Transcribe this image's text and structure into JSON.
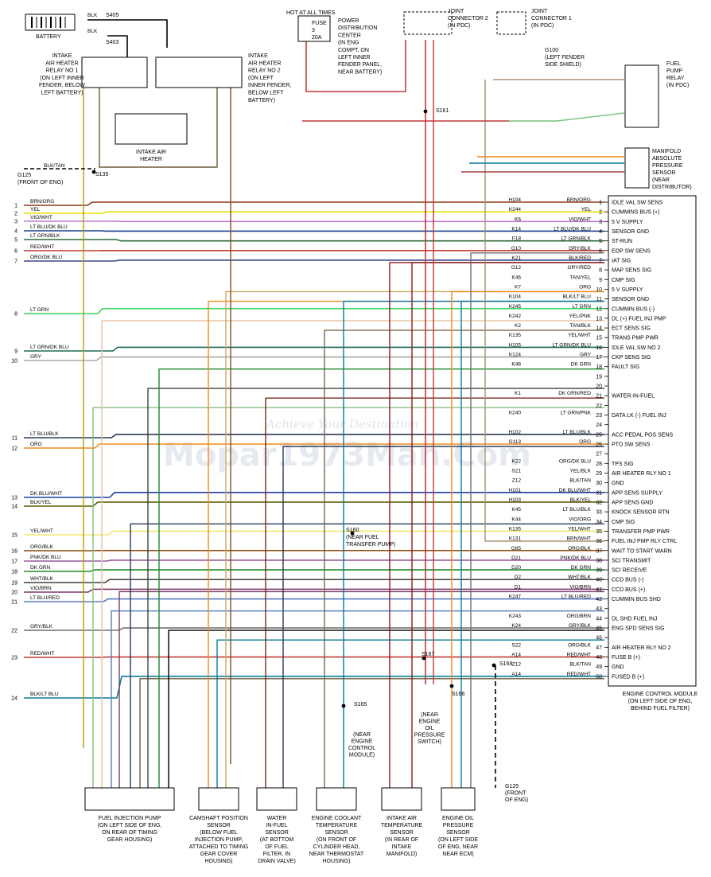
{
  "colors": {
    "BRN/ORG": "#8b3a1a",
    "YEL": "#e8e000",
    "VIO/WHT": "#b97fd0",
    "LT BLU/DK BLU": "#1a3f8a",
    "LT GRN/BLK": "#2a6a3a",
    "RED/WHT": "#c23a3a",
    "ORG/DK BLU": "#3a4a8a",
    "LT GRN": "#39d45a",
    "LT GRN/DK BLU": "#206a5a",
    "GRY": "#a8a8a8",
    "LT BLU/BLK": "#2a3a5a",
    "ORG": "#f08a1c",
    "DK BLU/WHT": "#1f3fa0",
    "BLK/YEL": "#5a5a00",
    "YEL/WHT": "#f0e86a",
    "ORG/BLK": "#8a4a10",
    "PNK/DK BLU": "#9a5a9a",
    "DK GRN": "#1f8a2a",
    "WHT/BLK": "#404040",
    "VIO/BRN": "#7a3a6a",
    "LT BLU/RED": "#5a7abf",
    "GRY/BLK": "#707070",
    "BLK/LT BLU": "#0a7a9a",
    "DK GRN/RED": "#7a2a1a",
    "BLK": "#000000",
    "BLK/TAN": "#6a5a3a",
    "YEL/BLK": "#b0a000",
    "ORG/YEL": "#e0a020",
    "TAN/YEL": "#caa86a",
    "TAN/BLK": "#7a6a4a",
    "GRY/RED": "#a04040",
    "BRN/WHT": "#a89070",
    "RED/LT GRN": "#7ac07a",
    "YEL/PNK": "#e8c0a0",
    "LT GRN/PNK": "#80c080",
    "BLK/RED": "#8a1a1a",
    "ORG/DK BLU2": "#3a4a8a",
    "BLK/LT BLU2": "#0a7a9a"
  },
  "header": {
    "hot_label": "HOT AT ALL TIMES",
    "fuse_label": "FUSE",
    "fuse_num": "3",
    "fuse_amp": "20A",
    "pdc_label": [
      "POWER",
      "DISTRIBUTION",
      "CENTER",
      "(IN ENG",
      "COMPT, ON",
      "LEFT INNER",
      "FENDER PANEL,",
      "NEAR BATTERY)"
    ],
    "jc2": [
      "JOINT",
      "CONNECTOR 2",
      "(IN PDC)"
    ],
    "jc1": [
      "JOINT",
      "CONNECTOR 1",
      "(IN PDC)"
    ],
    "g100": [
      "G100",
      "(LEFT FENDER",
      "SIDE SHIELD)"
    ],
    "battery": "BATTERY",
    "s405": "S405",
    "s403": "S403",
    "blk": "BLK",
    "relay1": [
      "INTAKE",
      "AIR HEATER",
      "RELAY NO 1",
      "(ON LEFT INNER",
      "FENDER, BELOW",
      "LEFT BATTERY)"
    ],
    "relay2": [
      "INTAKE",
      "AIR HEATER",
      "RELAY NO 2",
      "(ON LEFT",
      "INNER FENDER,",
      "BELOW LEFT",
      "BATTERY)"
    ],
    "heater": [
      "INTAKE AIR",
      "HEATER"
    ],
    "fuel_pump_relay": [
      "FUEL",
      "PUMP",
      "RELAY",
      "(IN PDC)"
    ],
    "map_sensor": [
      "MANIFOLD",
      "ABSOLUTE",
      "PRESSURE",
      "SENSOR",
      "(NEAR",
      "DISTRIBUTOR)"
    ],
    "g125": [
      "G125",
      "(FRONT OF ENG)"
    ],
    "s135": "S135",
    "s161": "S161",
    "blk_tan": "BLK/TAN"
  },
  "ecm": {
    "title": [
      "ENGINE CONTROL MODULE",
      "(ON LEFT SIDE OF ENG,",
      "BEHIND FUEL FILTER)"
    ],
    "pins": [
      {
        "n": "1",
        "circuit": "H104",
        "color": "BRN/ORG",
        "func": "IDLE VAL SW SENS"
      },
      {
        "n": "2",
        "circuit": "K244",
        "color": "YEL",
        "func": "CUMMINS BUS (+)"
      },
      {
        "n": "3",
        "circuit": "K6",
        "color": "VIO/WHT",
        "func": "5 V SUPPLY"
      },
      {
        "n": "4",
        "circuit": "K14",
        "color": "LT BLU/DK BLU",
        "func": "SENSOR GND"
      },
      {
        "n": "5",
        "circuit": "F18",
        "color": "LT GRN/BLK",
        "func": "ST-RUN"
      },
      {
        "n": "6",
        "circuit": "G10",
        "color": "GRY/BLK",
        "func": "EOP SW SENS"
      },
      {
        "n": "7",
        "circuit": "K21",
        "color": "BLK/RED",
        "func": "IAT SIG"
      },
      {
        "n": "8",
        "circuit": "G12",
        "color": "GRY/RED",
        "func": "MAP SENS SIG"
      },
      {
        "n": "9",
        "circuit": "K46",
        "color": "TAN/YEL",
        "func": "CMP SIG"
      },
      {
        "n": "10",
        "circuit": "K7",
        "color": "ORG",
        "func": "5 V SUPPLY"
      },
      {
        "n": "11",
        "circuit": "K104",
        "color": "BLK/LT BLU",
        "func": "SENSOR GND"
      },
      {
        "n": "12",
        "circuit": "K245",
        "color": "LT GRN",
        "func": "CUMMIN BUS (-)"
      },
      {
        "n": "13",
        "circuit": "K242",
        "color": "YEL/PNK",
        "func": "DL (+) FUEL INJ PMP"
      },
      {
        "n": "14",
        "circuit": "K2",
        "color": "TAN/BLK",
        "func": "ECT SENS SIG"
      },
      {
        "n": "15",
        "circuit": "K135",
        "color": "YEL/WHT",
        "func": "TRANS PMP PWR"
      },
      {
        "n": "16",
        "circuit": "H105",
        "color": "LT GRN/DK BLU",
        "func": "IDLE VAL SW NO 2"
      },
      {
        "n": "17",
        "circuit": "K124",
        "color": "GRY",
        "func": "CKP SENS SIG"
      },
      {
        "n": "18",
        "circuit": "K48",
        "color": "DK GRN",
        "func": "FAULT SIG"
      },
      {
        "n": "19",
        "circuit": "",
        "color": "",
        "func": ""
      },
      {
        "n": "20",
        "circuit": "",
        "color": "",
        "func": ""
      },
      {
        "n": "21",
        "circuit": "K1",
        "color": "DK GRN/RED",
        "func": "WATER-IN-FUEL"
      },
      {
        "n": "22",
        "circuit": "",
        "color": "",
        "func": ""
      },
      {
        "n": "23",
        "circuit": "K240",
        "color": "LT GRN/PNK",
        "func": "DATA LK (-) FUEL INJ"
      },
      {
        "n": "24",
        "circuit": "",
        "color": "",
        "func": ""
      },
      {
        "n": "25",
        "circuit": "H102",
        "color": "LT BLU/BLK",
        "func": "ACC PEDAL POS SENS"
      },
      {
        "n": "26",
        "circuit": "G113",
        "color": "ORG",
        "func": "PTO SW SENS"
      },
      {
        "n": "27",
        "circuit": "",
        "color": "",
        "func": ""
      },
      {
        "n": "28",
        "circuit": "K22",
        "color": "ORG/DK BLU",
        "func": "TPS SIG"
      },
      {
        "n": "29",
        "circuit": "S21",
        "color": "YEL/BLK",
        "func": "AIR HEATER RLY NO 1"
      },
      {
        "n": "30",
        "circuit": "Z12",
        "color": "BLK/TAN",
        "func": "GND"
      },
      {
        "n": "31",
        "circuit": "H101",
        "color": "DK BLU/WHT",
        "func": "APP SENS SUPPLY"
      },
      {
        "n": "32",
        "circuit": "H103",
        "color": "BLK/YEL",
        "func": "APP SENS GND"
      },
      {
        "n": "33",
        "circuit": "K45",
        "color": "LT BLU/BLK",
        "func": "KNOCK SENSOR RTN"
      },
      {
        "n": "34",
        "circuit": "K44",
        "color": "VIO/ORG",
        "func": "CMP SIG"
      },
      {
        "n": "35",
        "circuit": "K135",
        "color": "YEL/WHT",
        "func": "TRANSFER PMP PWR"
      },
      {
        "n": "36",
        "circuit": "K131",
        "color": "BRN/WHT",
        "func": "FUEL INJ PMP RLY CTRL"
      },
      {
        "n": "37",
        "circuit": "G85",
        "color": "ORG/BLK",
        "func": "WAIT TO START WARN"
      },
      {
        "n": "38",
        "circuit": "D21",
        "color": "PNK/DK BLU",
        "func": "SCI TRANSMIT"
      },
      {
        "n": "39",
        "circuit": "D20",
        "color": "DK GRN",
        "func": "SCI RECEIVE"
      },
      {
        "n": "40",
        "circuit": "D2",
        "color": "WHT/BLK",
        "func": "CCD BUS (-)"
      },
      {
        "n": "41",
        "circuit": "D1",
        "color": "VIO/BRN",
        "func": "CCD BUS (+)"
      },
      {
        "n": "42",
        "circuit": "K247",
        "color": "LT BLU/RED",
        "func": "CUMMIN BUS SHD"
      },
      {
        "n": "43",
        "circuit": "",
        "color": "",
        "func": ""
      },
      {
        "n": "44",
        "circuit": "K243",
        "color": "ORG/BRN",
        "func": "DL SHD FUEL INJ"
      },
      {
        "n": "45",
        "circuit": "K24",
        "color": "GRY/BLK",
        "func": "ENG SPD SENS SIG"
      },
      {
        "n": "46",
        "circuit": "",
        "color": "",
        "func": ""
      },
      {
        "n": "47",
        "circuit": "S22",
        "color": "ORG/BLK",
        "func": "AIR HEATER RLY NO 2"
      },
      {
        "n": "48",
        "circuit": "A14",
        "color": "RED/WHT",
        "func": "FUSE B (+)"
      },
      {
        "n": "49",
        "circuit": "Z12",
        "color": "BLK/TAN",
        "func": "GND"
      },
      {
        "n": "50",
        "circuit": "A14",
        "color": "RED/WHT",
        "func": "FUSED B (+)"
      }
    ]
  },
  "left_wires": [
    {
      "n": "1",
      "color": "BRN/ORG"
    },
    {
      "n": "2",
      "color": "YEL"
    },
    {
      "n": "3",
      "color": "VIO/WHT"
    },
    {
      "n": "4",
      "color": "LT BLU/DK BLU"
    },
    {
      "n": "5",
      "color": "LT GRN/BLK"
    },
    {
      "n": "6",
      "color": "RED/WHT"
    },
    {
      "n": "7",
      "color": "ORG/DK BLU"
    },
    {
      "n": "8",
      "color": "LT GRN"
    },
    {
      "n": "9",
      "color": "LT GRN/DK BLU"
    },
    {
      "n": "10",
      "color": "GRY"
    },
    {
      "n": "11",
      "color": "LT BLU/BLK"
    },
    {
      "n": "12",
      "color": "ORG"
    },
    {
      "n": "13",
      "color": "DK BLU/WHT"
    },
    {
      "n": "14",
      "color": "BLK/YEL"
    },
    {
      "n": "15",
      "color": "YEL/WHT"
    },
    {
      "n": "16",
      "color": "ORG/BLK"
    },
    {
      "n": "17",
      "color": "PNK/DK BLU"
    },
    {
      "n": "18",
      "color": "DK GRN"
    },
    {
      "n": "19",
      "color": "WHT/BLK"
    },
    {
      "n": "20",
      "color": "VIO/BRN"
    },
    {
      "n": "21",
      "color": "LT BLU/RED"
    },
    {
      "n": "22",
      "color": "GRY/BLK"
    },
    {
      "n": "23",
      "color": "RED/WHT"
    },
    {
      "n": "24",
      "color": "BLK/LT BLU"
    }
  ],
  "components": [
    {
      "id": "fuel-injection-pump",
      "label": [
        "FUEL INJECTION PUMP",
        "(ON LEFT SIDE OF ENG,",
        "ON REAR OF TIMING",
        "GEAR HOUSING)"
      ]
    },
    {
      "id": "cmp-sensor",
      "label": [
        "CAMSHAFT POSITION",
        "SENSOR",
        "(BELOW FUEL",
        "INJECTION PUMP,",
        "ATTACHED TO TIMING",
        "GEAR COVER",
        "HOUSING)"
      ]
    },
    {
      "id": "wif-sensor",
      "label": [
        "WATER",
        "IN-FUEL",
        "SENSOR",
        "(AT BOTTOM",
        "OF FUEL",
        "FILTER, IN",
        "DRAIN VALVE)"
      ]
    },
    {
      "id": "ect-sensor",
      "label": [
        "ENGINE COOLANT",
        "TEMPERATURE",
        "SENSOR",
        "(ON FRONT OF",
        "CYLINDER HEAD,",
        "NEAR THERMOSTAT",
        "HOUSING)"
      ]
    },
    {
      "id": "iat-sensor",
      "label": [
        "INTAKE AIR",
        "TEMPERATURE",
        "SENSOR",
        "(IN REAR OF",
        "INTAKE",
        "MANIFOLD)"
      ]
    },
    {
      "id": "eop-sensor",
      "label": [
        "ENGINE OIL",
        "PRESSURE",
        "SENSOR",
        "(ON LEFT SIDE",
        "OF ENG, NEAR",
        "NEAR ECM)"
      ]
    }
  ],
  "splices": {
    "s160": [
      "S160",
      "(NEAR FUEL",
      "TRANSFER PUMP)"
    ],
    "s165": "S165",
    "s166": "S166",
    "s167": "S167",
    "s168": "S168",
    "ecm_note": [
      "(NEAR",
      "ENGINE",
      "CONTROL",
      "MODULE)"
    ],
    "eop_note": [
      "(NEAR",
      "ENGINE",
      "OIL",
      "PRESSURE",
      "SWITCH)"
    ],
    "g125b": [
      "G125",
      "(FRONT",
      "OF ENG)"
    ]
  },
  "watermark": {
    "main": "Mopar1973Man.Com",
    "tag": "Achieve Your Destination"
  }
}
